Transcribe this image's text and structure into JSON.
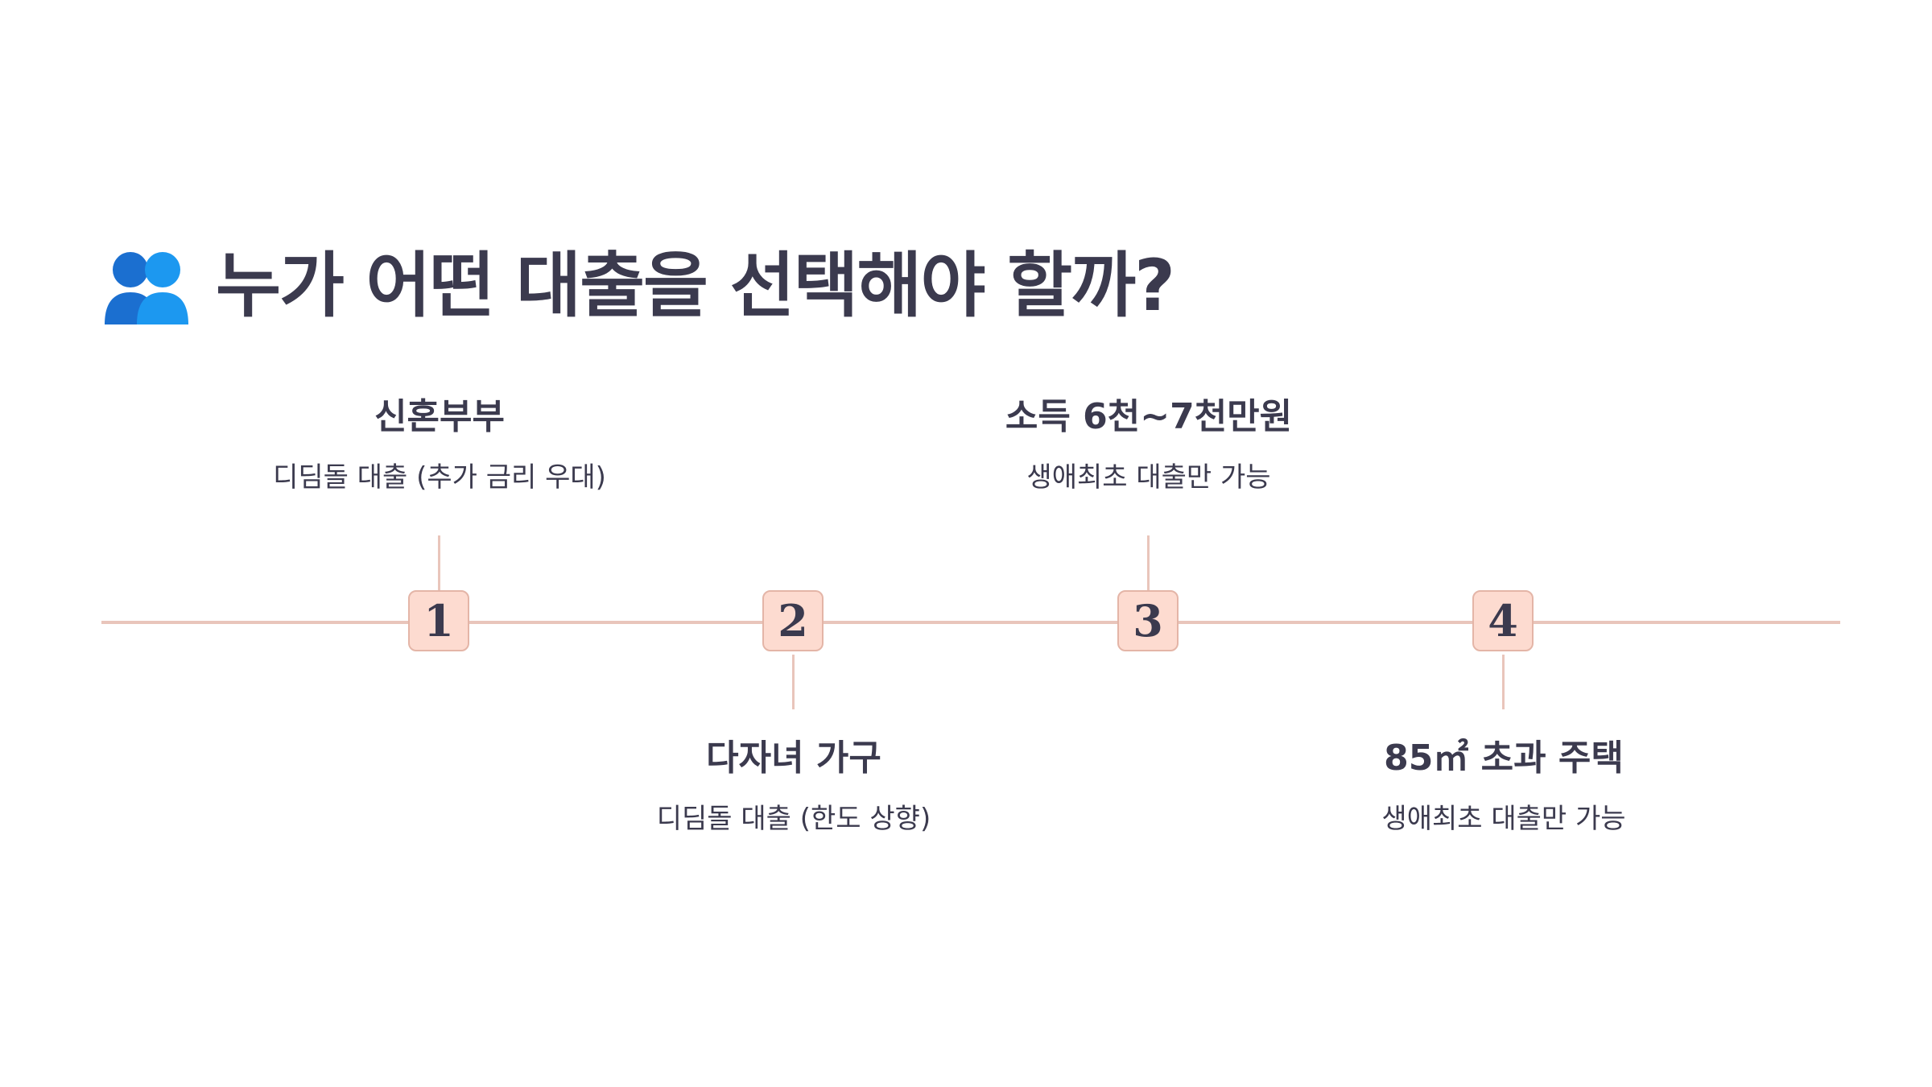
{
  "title": {
    "icon": "two-people-icon",
    "text": "누가 어떤 대출을 선택해야 할까?"
  },
  "colors": {
    "title_text": "#3b3a4e",
    "icon_blue_dark": "#1b6fd0",
    "icon_blue_light": "#1c98f0",
    "timeline_line": "#e9c5bb",
    "marker_fill": "#fddbd0",
    "marker_border": "#e4b5a7"
  },
  "timeline": {
    "steps": [
      {
        "number": "1",
        "heading": "신혼부부",
        "description": "디딤돌 대출 (추가 금리 우대)",
        "position": "above"
      },
      {
        "number": "2",
        "heading": "다자녀 가구",
        "description": "디딤돌 대출 (한도 상향)",
        "position": "below"
      },
      {
        "number": "3",
        "heading": "소득 6천~7천만원",
        "description": "생애최초 대출만 가능",
        "position": "above"
      },
      {
        "number": "4",
        "heading": "85㎡ 초과 주택",
        "description": "생애최초 대출만 가능",
        "position": "below"
      }
    ]
  }
}
